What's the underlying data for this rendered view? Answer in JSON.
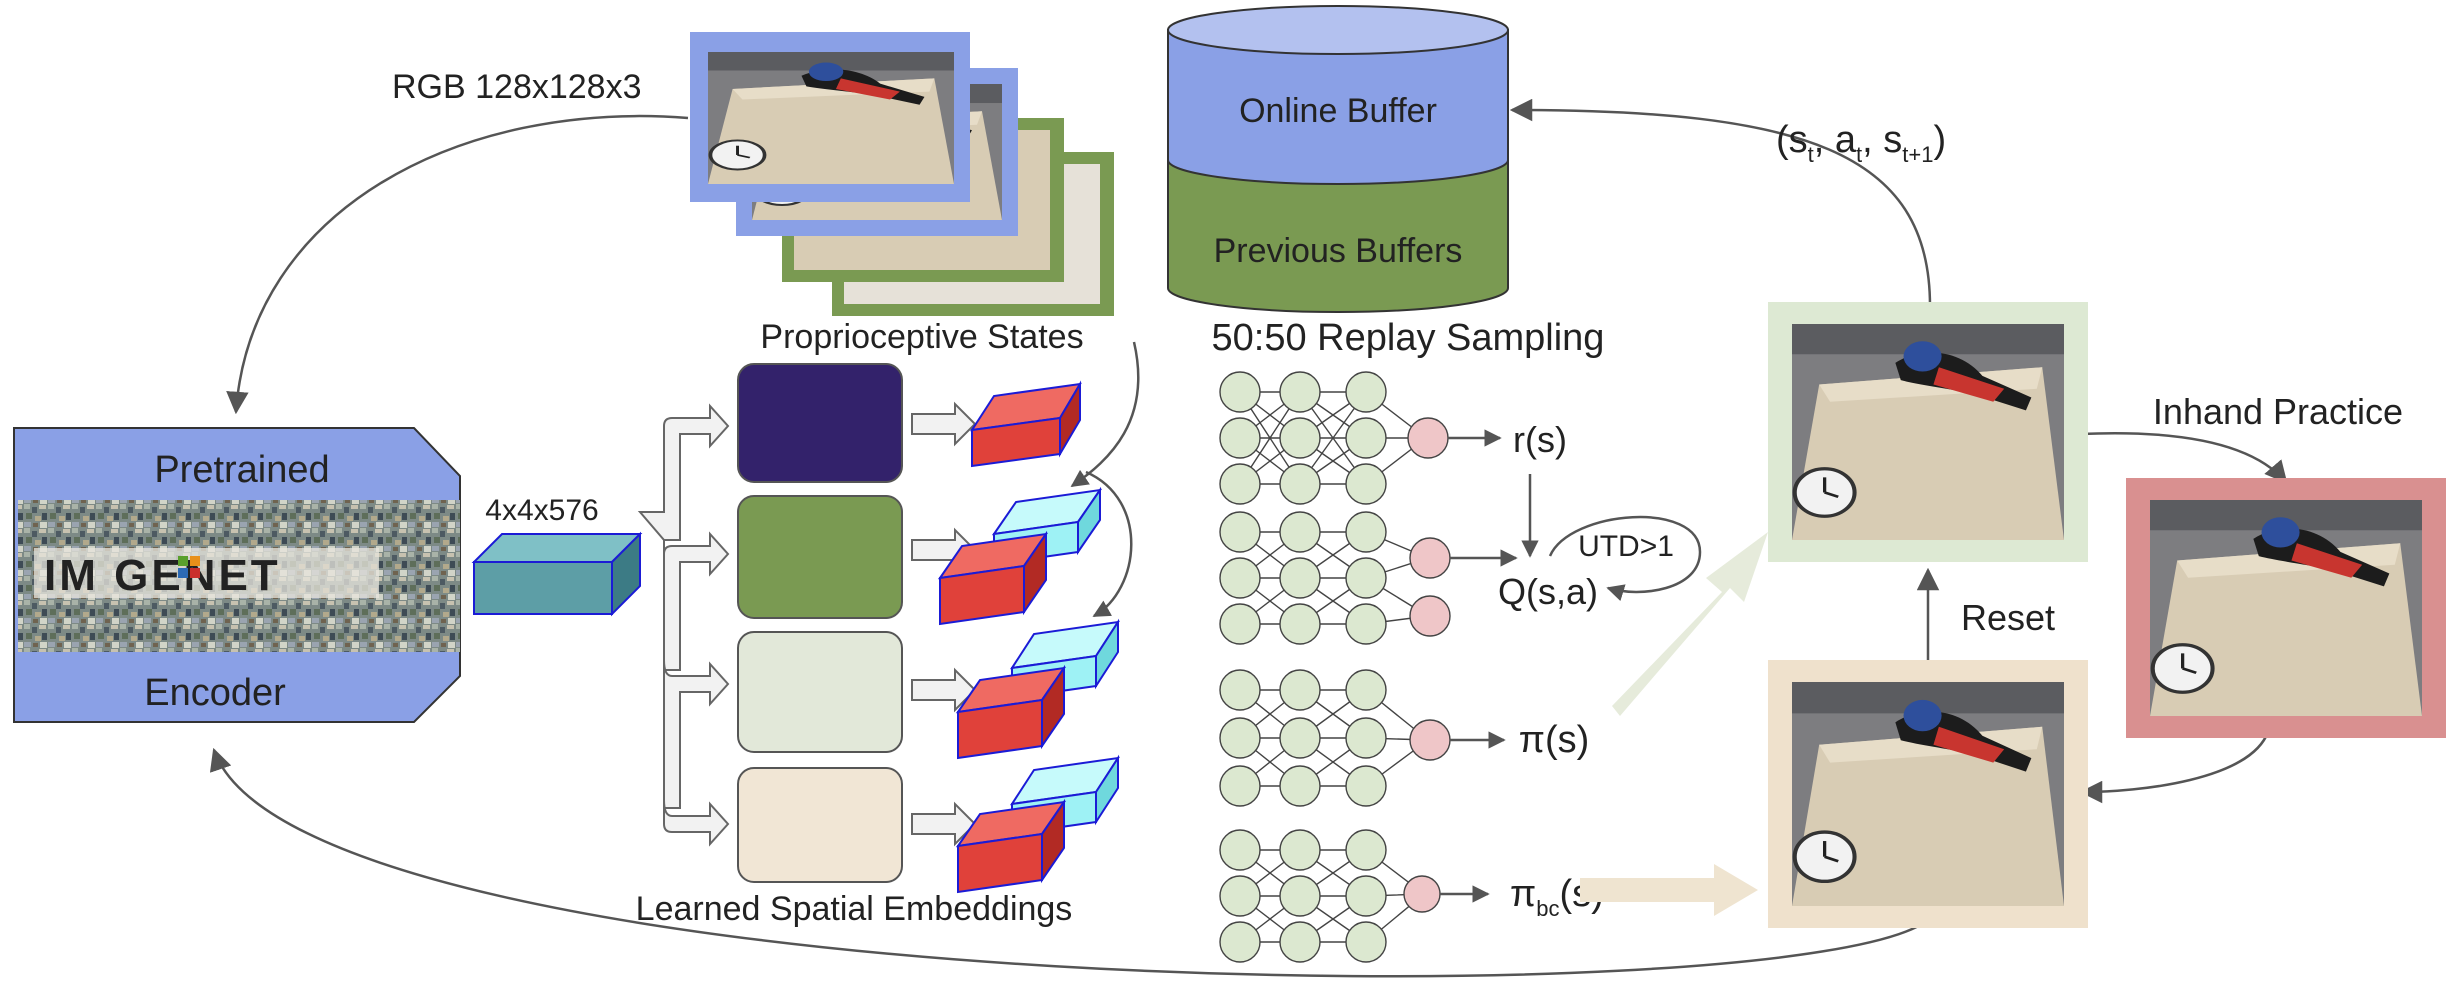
{
  "labels": {
    "rgb": "RGB 128x128x3",
    "proprio": "Proprioceptive States",
    "learned": "Learned Spatial Embeddings",
    "pretrained": "Pretrained",
    "encoder": "Encoder",
    "imagenet": "IM   GENET",
    "feat": "4x4x576",
    "online": "Online Buffer",
    "previous": "Previous Buffers",
    "sampling": "50:50 Replay Sampling",
    "r": "r(s)",
    "q": "Q(s,a)",
    "utd": "UTD>1",
    "pi": "π(s)",
    "pibc": "π",
    "pibc_sub": "bc",
    "pibc_tail": "(s)",
    "tuple": {
      "open": "(s",
      "t1": "t",
      "c1": ", a",
      "t2": "t",
      "c2": ", s",
      "t3": "t+1",
      "close": ")"
    },
    "inhand": "Inhand Practice",
    "reset": "Reset"
  },
  "colors": {
    "blue": "#8aa0e6",
    "green": "#7a9a52",
    "dark_purple": "#33226b",
    "light_green": "#e2e8d9",
    "beige": "#f1e6d5",
    "red_cube": "#e0413a",
    "cyan_cube": "#9ef2f5",
    "teal_cube": "#5d9ea6",
    "node": "#dce8d0",
    "out_node": "#efc6c8",
    "frame_green": "#dde9d3",
    "frame_beige": "#efe1cc",
    "frame_red": "#d99090"
  }
}
